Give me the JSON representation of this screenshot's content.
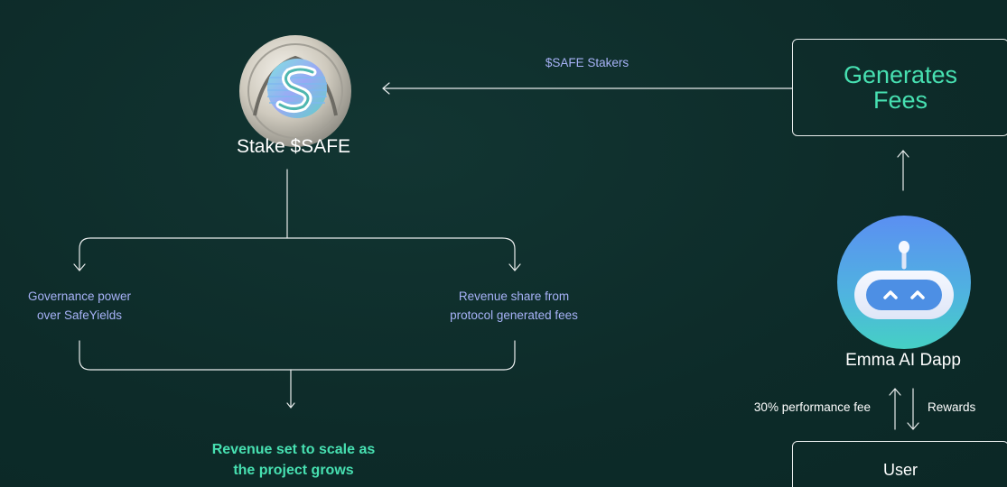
{
  "diagram": {
    "token": {
      "icon": "safe-token-icon",
      "label": "Stake $SAFE"
    },
    "stakers_label": "$SAFE Stakers",
    "branches": {
      "governance": [
        "Governance power",
        "over SafeYields"
      ],
      "revenue": [
        "Revenue share from",
        "protocol generated fees"
      ]
    },
    "outcome": [
      "Revenue set to scale as",
      "the project grows"
    ],
    "generates_fees": [
      "Generates",
      "Fees"
    ],
    "dapp": {
      "icon": "robot-icon",
      "label": "Emma AI Dapp"
    },
    "performance_fee_label": "30% performance fee",
    "rewards_label": "Rewards",
    "user_label": "User"
  },
  "colors": {
    "background": "#0e2d2b",
    "accent_green": "#47e0b1",
    "label_lavender": "#a7b2f7",
    "line": "#e8ecec",
    "robot_blue": "#5b8ff2"
  }
}
